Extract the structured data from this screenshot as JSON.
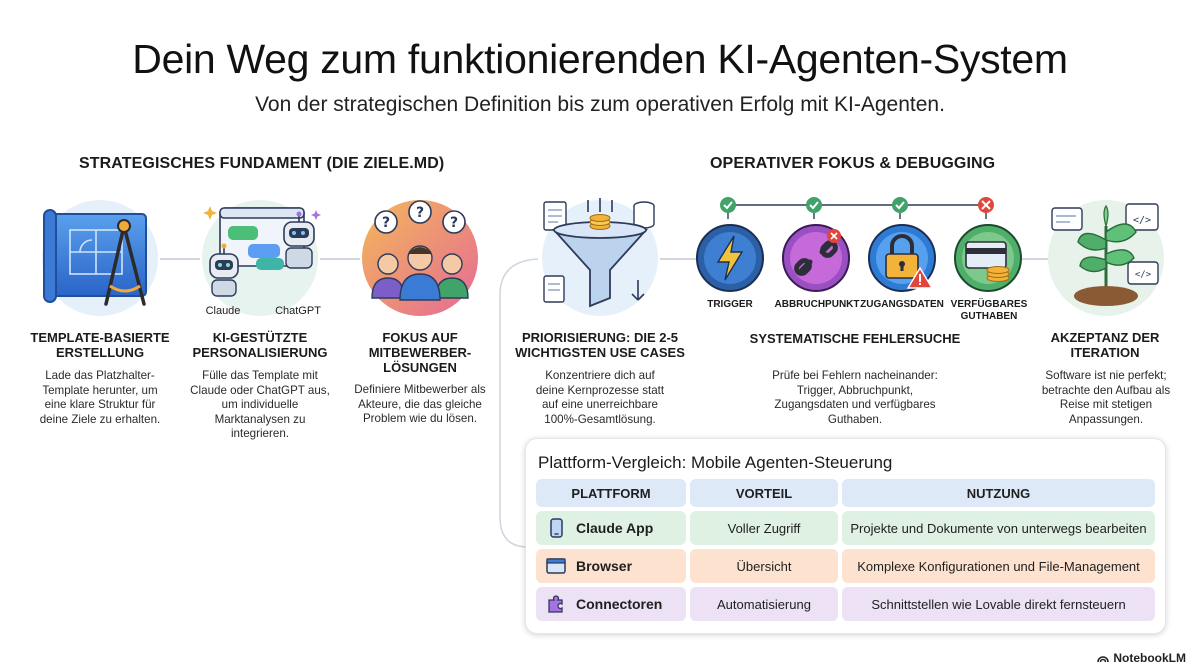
{
  "title": "Dein Weg zum funktionierenden KI-Agenten-System",
  "subtitle": "Von der strategischen Definition bis zum operativen Erfolg mit KI-Agenten.",
  "sections": {
    "left": "STRATEGISCHES FUNDAMENT (DIE ZIELE.MD)",
    "right": "OPERATIVER FOKUS & DEBUGGING"
  },
  "steps": [
    {
      "title": "TEMPLATE-BASIERTE ERSTELLUNG",
      "text": "Lade das Platzhalter-Template herunter, um eine klare Struktur für deine Ziele zu erhalten.",
      "icon": "blueprint-compass-icon"
    },
    {
      "title": "KI-GESTÜTZTE PERSONALISIERUNG",
      "text": "Fülle das Template mit Claude oder ChatGPT aus, um individuelle Marktanalysen zu integrieren.",
      "icon": "robot-chat-icon",
      "labels": [
        "Claude",
        "ChatGPT"
      ]
    },
    {
      "title": "FOKUS AUF MITBEWERBER-LÖSUNGEN",
      "text": "Definiere Mitbewerber als Akteure, die das gleiche Problem wie du lösen.",
      "icon": "people-question-icon"
    },
    {
      "title": "PRIORISIERUNG: DIE 2-5 WICHTIGSTEN USE CASES",
      "text": "Konzentriere dich auf deine Kernprozesse statt auf eine unerreichbare 100%-Gesamtlösung.",
      "icon": "funnel-icon"
    },
    {
      "title": "SYSTEMATISCHE FEHLERSUCHE",
      "text": "Prüfe bei Fehlern nacheinander: Trigger, Abbruchpunkt, Zugangsdaten und verfügbares Guthaben.",
      "icon": "debug-chain-icon"
    },
    {
      "title": "AKZEPTANZ DER ITERATION",
      "text": "Software ist nie perfekt; betrachte den Aufbau als Reise mit stetigen Anpassungen.",
      "icon": "plant-growth-icon"
    }
  ],
  "debug_items": [
    {
      "label": "TRIGGER",
      "status": "ok",
      "icon": "lightning-icon"
    },
    {
      "label": "ABBRUCHPUNKT",
      "status": "ok",
      "icon": "broken-link-icon"
    },
    {
      "label": "ZUGANGSDATEN",
      "status": "ok",
      "icon": "lock-icon"
    },
    {
      "label": "VERFÜGBARES GUTHABEN",
      "status": "error",
      "icon": "credit-card-icon"
    }
  ],
  "table": {
    "title": "Plattform-Vergleich: Mobile Agenten-Steuerung",
    "headers": [
      "PLATTFORM",
      "VORTEIL",
      "NUTZUNG"
    ],
    "rows": [
      {
        "platform": "Claude App",
        "vorteil": "Voller Zugriff",
        "nutzung": "Projekte und Dokumente von unterwegs bearbeiten",
        "icon": "smartphone-icon"
      },
      {
        "platform": "Browser",
        "vorteil": "Übersicht",
        "nutzung": "Komplexe Konfigurationen und File-Management",
        "icon": "browser-window-icon"
      },
      {
        "platform": "Connectoren",
        "vorteil": "Automatisierung",
        "nutzung": "Schnittstellen wie Lovable direkt fernsteuern",
        "icon": "puzzle-icon"
      }
    ]
  },
  "footer": "NotebookLM",
  "colors": {
    "green": "#def1e3",
    "orange": "#fde3cf",
    "purple": "#ece1f5",
    "header": "#dde9f7"
  }
}
